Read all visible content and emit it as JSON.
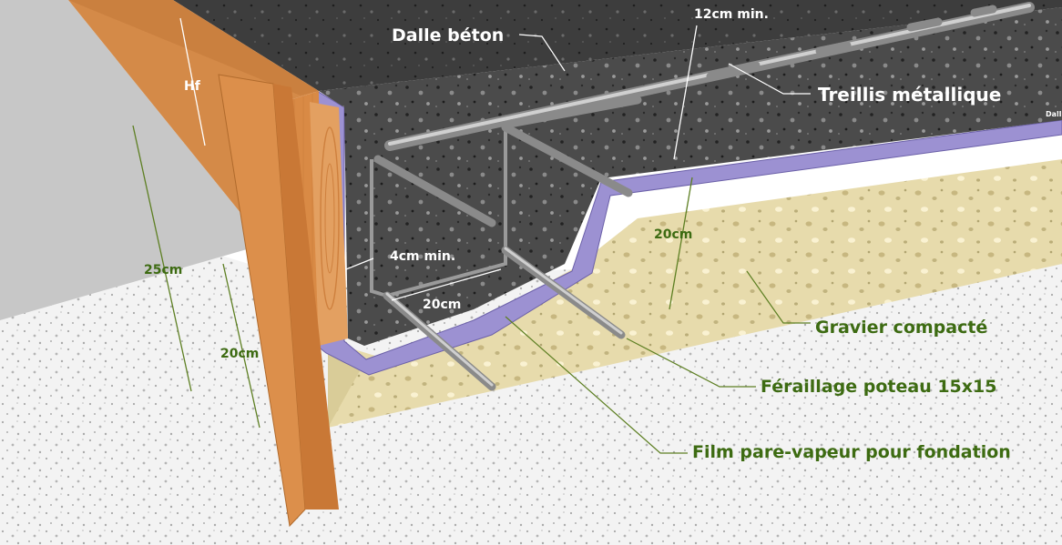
{
  "labels": {
    "dalle_beton": "Dalle béton",
    "treillis": "Treillis métallique",
    "dalle_small": "Dall",
    "gravier": "Gravier compacté",
    "feraillage": "Féraillage poteau 15x15",
    "film": "Film pare-vapeur pour fondation"
  },
  "dimensions": {
    "hf": "Hf",
    "min_12": "12cm min.",
    "min_4": "4cm min.",
    "d20_footing": "20cm",
    "d20_gravel": "20cm",
    "d25": "25cm",
    "d20_side": "20cm"
  },
  "colors": {
    "concrete": "#4a4a4a",
    "gravel": "#e8dcae",
    "membrane": "#9a8fd0",
    "wood": "#d98a45",
    "ground": "#f2f2f2",
    "floor": "#c8c8c8",
    "label_green": "#3d6b12"
  }
}
